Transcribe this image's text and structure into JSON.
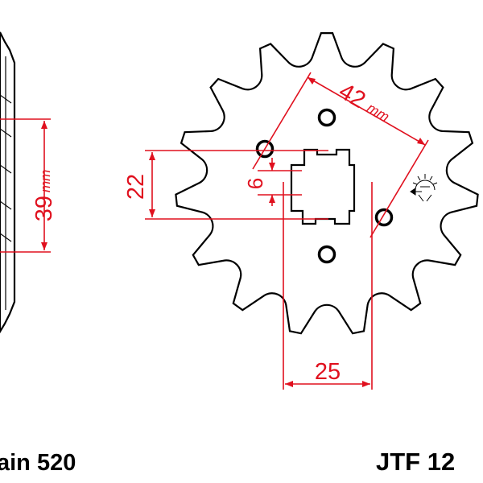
{
  "colors": {
    "outline": "#000000",
    "dimension": "#e0101e",
    "background": "#ffffff"
  },
  "dimensions": {
    "pitch_circle": "42",
    "pitch_unit": "mm",
    "side_width": "39",
    "side_unit": "mm",
    "bolt_hole": "6",
    "spline_height": "22",
    "spline_width": "25"
  },
  "footer": {
    "chain": "ain 520",
    "part_number": "JTF 12"
  },
  "icons": {
    "direction_mark": "sun-arrow-icon"
  }
}
